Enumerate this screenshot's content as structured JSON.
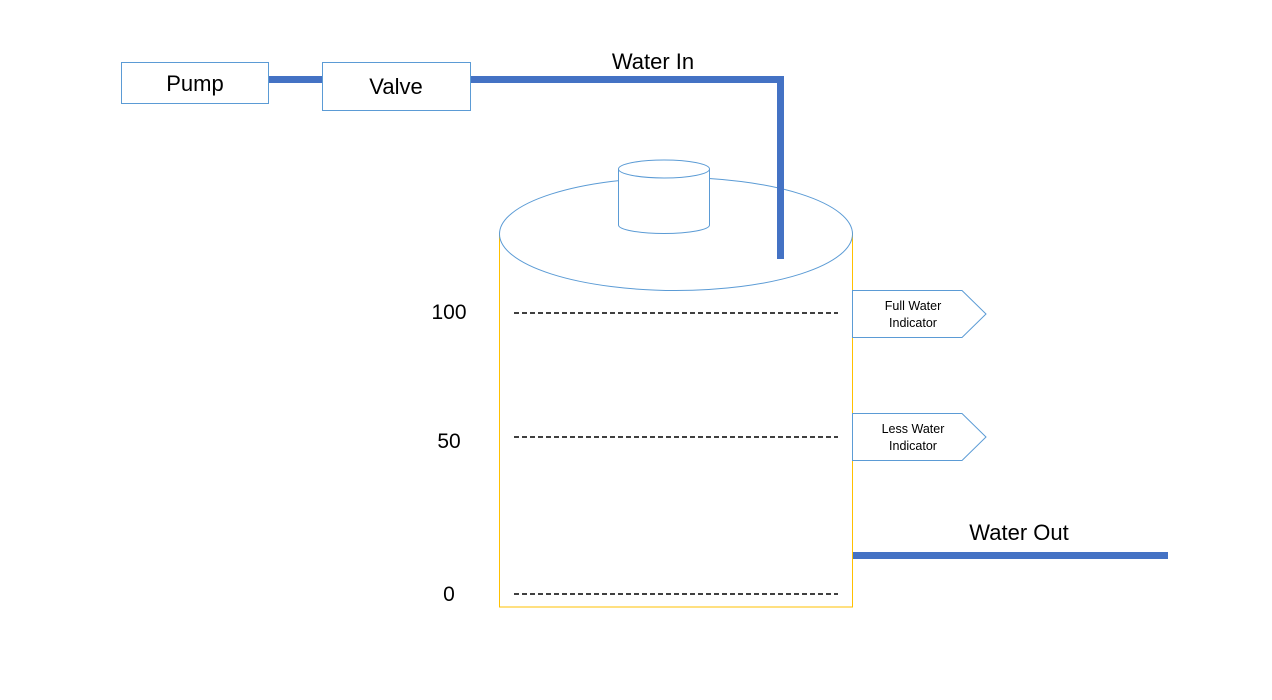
{
  "colors": {
    "pipe": "#4472c4",
    "outline": "#5b9bd5",
    "tank_body": "#ffc000",
    "text": "#000000"
  },
  "components": {
    "pump": "Pump",
    "valve": "Valve"
  },
  "flows": {
    "water_in": "Water In",
    "water_out": "Water Out"
  },
  "levels": {
    "full": "100",
    "half": "50",
    "empty": "0"
  },
  "indicators": {
    "full": {
      "line1": "Full Water",
      "line2": "Indicator"
    },
    "less": {
      "line1": "Less Water",
      "line2": "Indicator"
    }
  }
}
